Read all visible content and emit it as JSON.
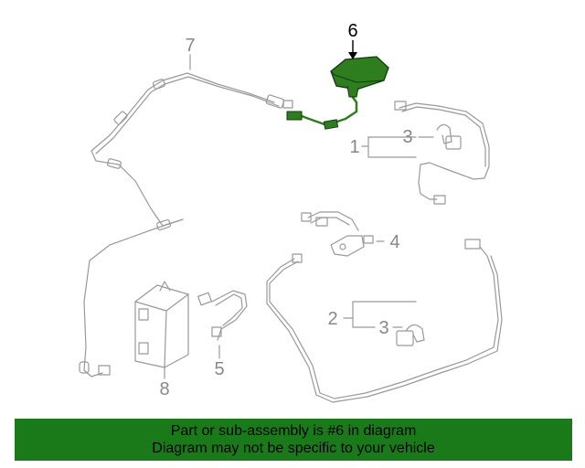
{
  "diagram": {
    "callouts": [
      "6",
      "7",
      "3",
      "1",
      "4",
      "2",
      "3",
      "8",
      "5"
    ],
    "highlight_part": "6",
    "colors": {
      "line": "#999999",
      "highlight": "#2f7d1f",
      "highlight_dark": "#0d3d0a",
      "banner": "#1a7a1a"
    }
  },
  "banner": {
    "line1": "Part or sub-assembly is #6 in diagram",
    "line2": "Diagram may not be specific to your vehicle"
  }
}
